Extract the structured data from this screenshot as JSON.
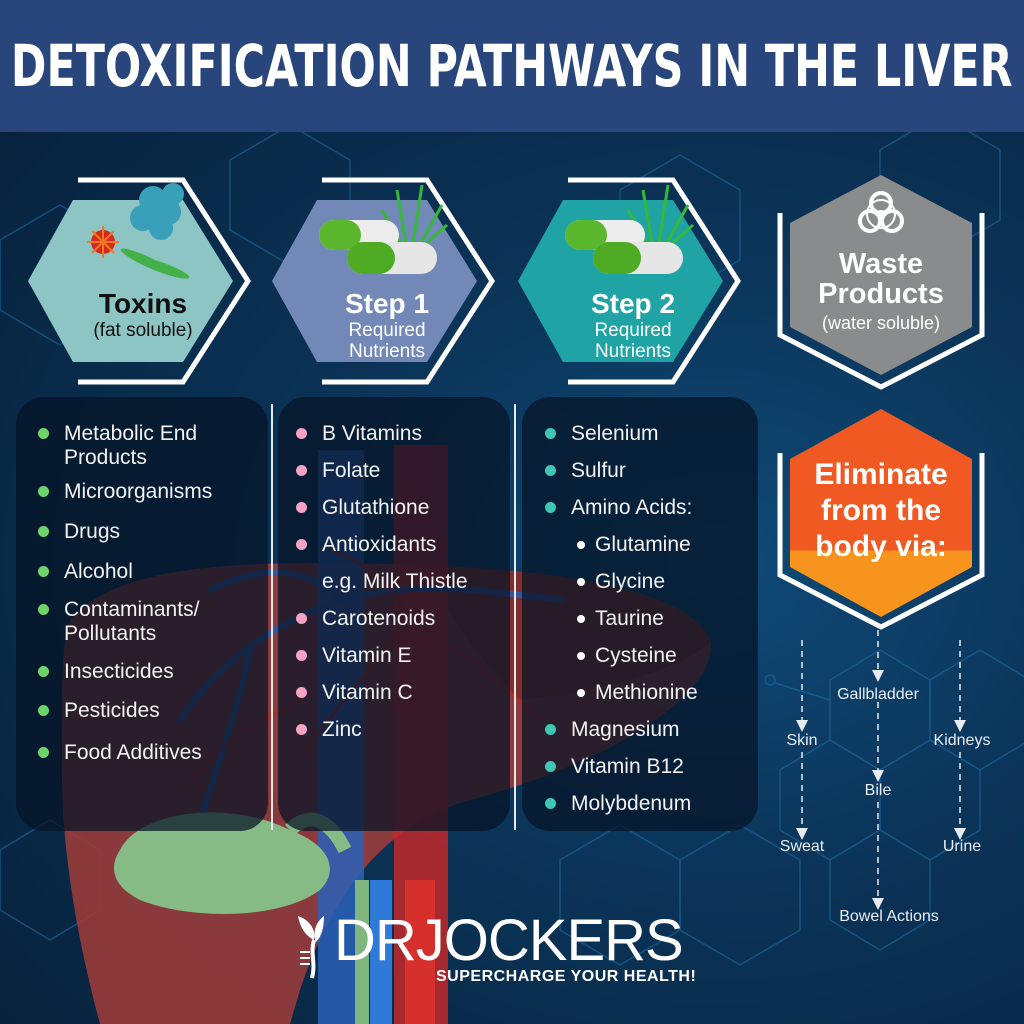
{
  "header": {
    "title": "DETOXIFICATION PATHWAYS IN THE LIVER",
    "bg_color": "#28467c"
  },
  "stages": [
    {
      "id": "toxins",
      "title": "Toxins",
      "subtitle": "(fat soluble)",
      "color": "#8cc5c4",
      "icon": "microbes-icon"
    },
    {
      "id": "step1",
      "title": "Step 1",
      "subtitle_line1": "Required",
      "subtitle_line2": "Nutrients",
      "color": "#7289b8",
      "icon": "capsules-herb-icon"
    },
    {
      "id": "step2",
      "title": "Step 2",
      "subtitle_line1": "Required",
      "subtitle_line2": "Nutrients",
      "color": "#1fa3a5",
      "icon": "capsules-herb-icon"
    },
    {
      "id": "waste",
      "title_line1": "Waste",
      "title_line2": "Products",
      "subtitle": "(water soluble)",
      "color": "#8a8b8d",
      "icon": "biohazard-icon"
    }
  ],
  "lists": {
    "toxins": {
      "bullet_color": "#6ed46a",
      "items": [
        "Metabolic End",
        "Products",
        "Microorganisms",
        "Drugs",
        "Alcohol",
        "Contaminants/",
        "Pollutants",
        "Insecticides",
        "Pesticides",
        "Food Additives"
      ]
    },
    "step1": {
      "bullet_color": "#f4a3c4",
      "items": [
        "B Vitamins",
        "Folate",
        "Glutathione",
        "Antioxidants",
        "e.g. Milk Thistle",
        "Carotenoids",
        "Vitamin E",
        "Vitamin C",
        "Zinc"
      ]
    },
    "step2": {
      "bullet_color": "#3fc7b5",
      "items": [
        "Selenium",
        "Sulfur",
        "Amino Acids:",
        "Glutamine",
        "Glycine",
        "Taurine",
        "Cysteine",
        "Methionine",
        "Magnesium",
        "Vitamin B12",
        "Molybdenum"
      ]
    }
  },
  "eliminate": {
    "line1": "Eliminate",
    "line2": "from the",
    "line3": "body via:",
    "color_top": "#f05a22",
    "color_bottom": "#f7941d"
  },
  "routes": {
    "skin": "Skin",
    "sweat": "Sweat",
    "gallbladder": "Gallbladder",
    "bile": "Bile",
    "bowel": "Bowel Actions",
    "kidneys": "Kidneys",
    "urine": "Urine"
  },
  "logo": {
    "name": "DRJOCKERS",
    "tagline": "SUPERCHARGE YOUR HEALTH!"
  }
}
